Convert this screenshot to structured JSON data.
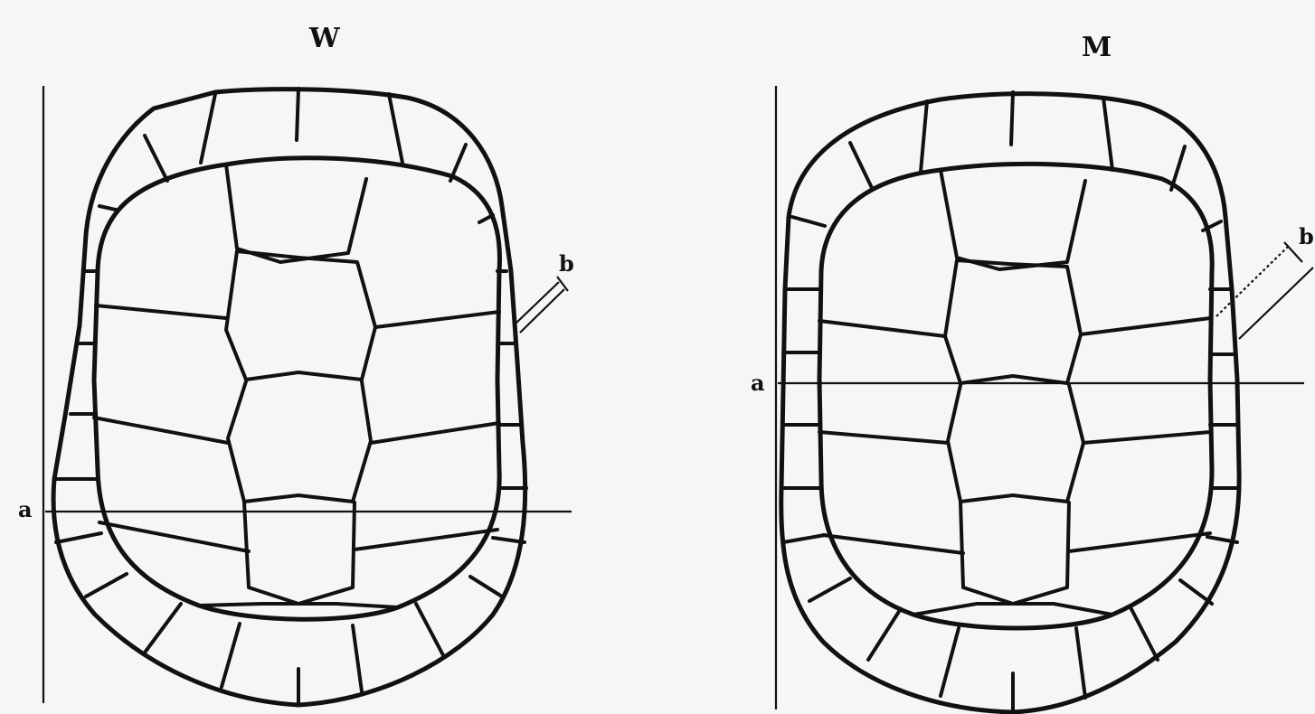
{
  "panels": [
    {
      "id": "W",
      "title": "W",
      "label_a": "a",
      "label_b": "b"
    },
    {
      "id": "M",
      "title": "M",
      "label_a": "a",
      "label_b": "b"
    }
  ]
}
